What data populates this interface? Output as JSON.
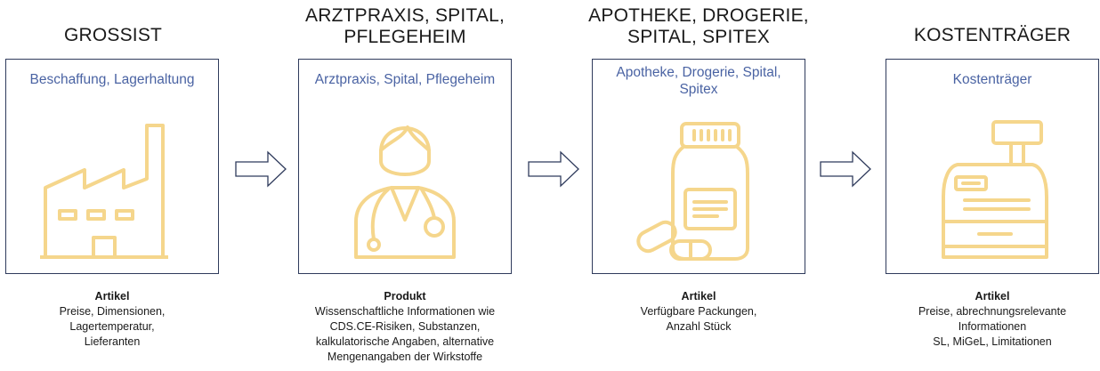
{
  "stages": [
    {
      "heading_lines": [
        "GROSSIST"
      ],
      "box_label": "Beschaffung, Lagerhaltung",
      "icon": "factory-icon",
      "desc_title": "Artikel",
      "desc_lines": [
        "Preise, Dimensionen,",
        "Lagertemperatur,",
        "Lieferanten"
      ]
    },
    {
      "heading_lines": [
        "ARZTPRAXIS, SPITAL,",
        "PFLEGEHEIM"
      ],
      "box_label": "Arztpraxis, Spital, Pflegeheim",
      "icon": "doctor-icon",
      "desc_title": "Produkt",
      "desc_lines": [
        "Wissenschaftliche Informationen wie",
        "CDS.CE-Risiken, Substanzen,",
        "kalkulatorische Angaben, alternative",
        "Mengenangaben der Wirkstoffe"
      ]
    },
    {
      "heading_lines": [
        "APOTHEKE, DROGERIE,",
        "SPITAL, SPITEX"
      ],
      "box_label": "Apotheke, Drogerie, Spital, Spitex",
      "icon": "medicine-bottle-icon",
      "desc_title": "Artikel",
      "desc_lines": [
        "Verfügbare Packungen,",
        "Anzahl Stück"
      ]
    },
    {
      "heading_lines": [
        "KOSTENTRÄGER"
      ],
      "box_label": "Kostenträger",
      "icon": "cash-register-icon",
      "desc_title": "Artikel",
      "desc_lines": [
        "Preise, abrechnungsrelevante",
        "Informationen",
        "SL, MiGeL, Limitationen"
      ]
    }
  ],
  "arrows": [
    "arrow-right-icon",
    "arrow-right-icon",
    "arrow-right-icon"
  ],
  "colors": {
    "icon": "#f5d68c",
    "box_border": "#2f3b5c",
    "label": "#4a63a3",
    "arrow": "#2f3b5c"
  }
}
